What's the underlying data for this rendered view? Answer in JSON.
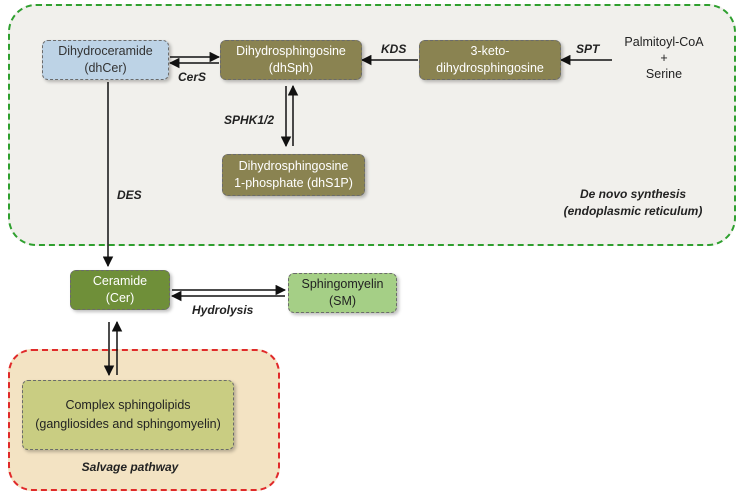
{
  "regions": {
    "de_novo": {
      "line1": "De novo synthesis",
      "line2": "(endoplasmic reticulum)"
    },
    "salvage": {
      "label": "Salvage pathway"
    }
  },
  "nodes": {
    "dhcer": {
      "line1": "Dihydroceramide",
      "line2": "(dhCer)",
      "fill": "#bdd3e6"
    },
    "dhsph": {
      "line1": "Dihydrosphingosine",
      "line2": "(dhSph)",
      "fill": "#8a8351"
    },
    "keto": {
      "line1": "3-keto-",
      "line2": "dihydrosphingosine",
      "fill": "#8a8351"
    },
    "dhs1p": {
      "line1": "Dihydrosphingosine",
      "line2": "1-phosphate (dhS1P)",
      "fill": "#8a8351"
    },
    "ceramide": {
      "line1": "Ceramide",
      "line2": "(Cer)",
      "fill": "#6f8f39"
    },
    "sm": {
      "line1": "Sphingomyelin",
      "line2": "(SM)",
      "fill": "#a5cf86"
    },
    "complex": {
      "line1": "Complex sphingolipids",
      "line2": "(gangliosides and sphingomyelin)",
      "fill": "#c9cd82"
    }
  },
  "substrates": {
    "line1": "Palmitoyl-CoA",
    "line2": "+",
    "line3": "Serine"
  },
  "enzymes": {
    "cers": "CerS",
    "kds": "KDS",
    "spt": "SPT",
    "sphk": "SPHK1/2",
    "des": "DES",
    "hydrolysis": "Hydrolysis"
  }
}
